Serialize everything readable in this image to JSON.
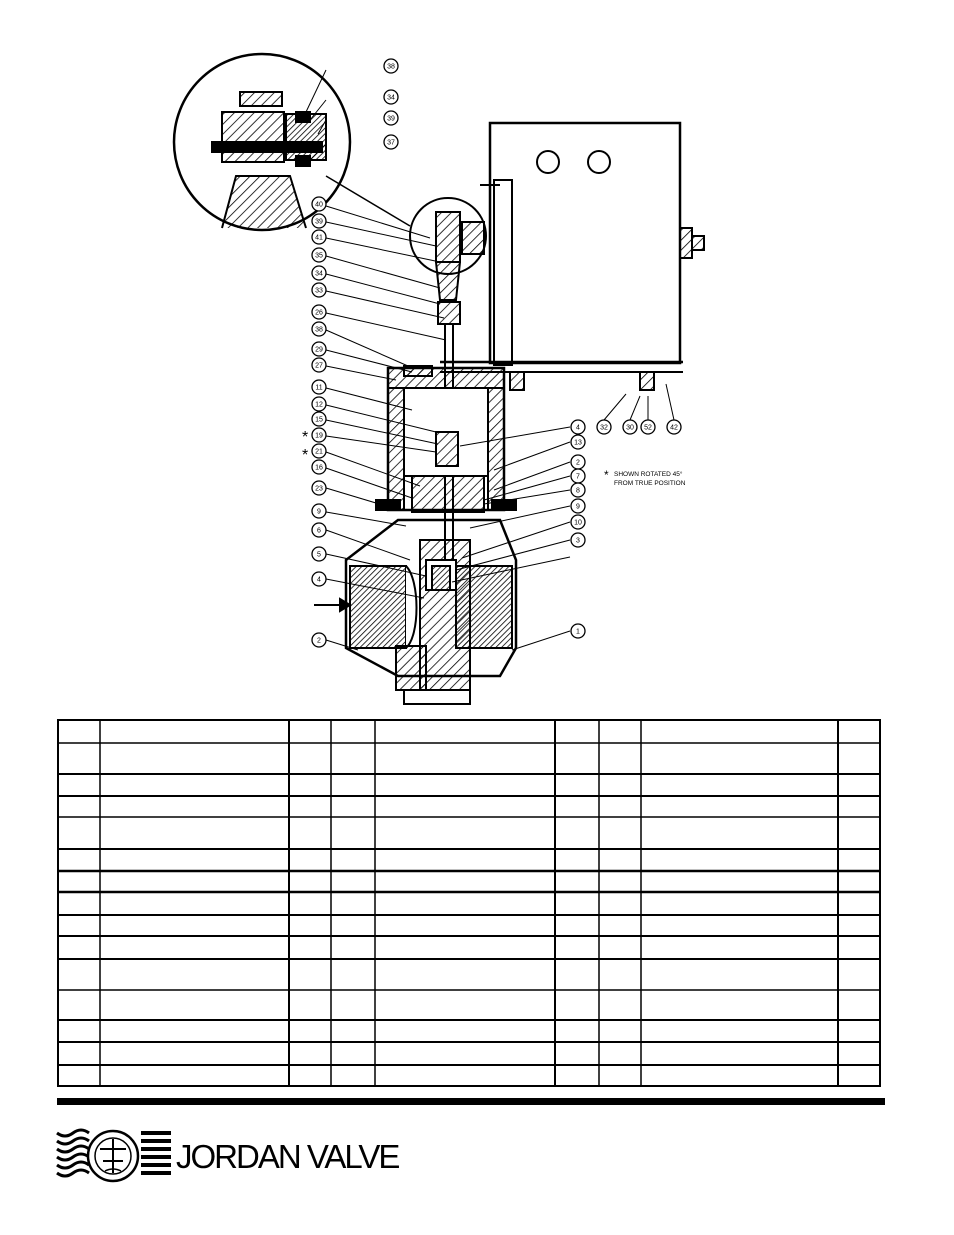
{
  "drawing": {
    "callouts": [
      "38",
      "34",
      "39",
      "37",
      "40",
      "39",
      "41",
      "35",
      "34",
      "33",
      "26",
      "38",
      "29",
      "27",
      "11",
      "12",
      "15",
      "19",
      "21",
      "16",
      "23",
      "9",
      "6",
      "5",
      "4",
      "2",
      "4",
      "13",
      "2",
      "7",
      "8",
      "9",
      "10",
      "3",
      "1",
      "32",
      "30",
      "52",
      "42"
    ],
    "asterisks": [
      "*",
      "*"
    ],
    "note_mark": "*",
    "note_lines": [
      "SHOWN ROTATED 45°",
      "FROM TRUE POSITION"
    ]
  },
  "brand": {
    "name": "JORDAN VALVE"
  }
}
